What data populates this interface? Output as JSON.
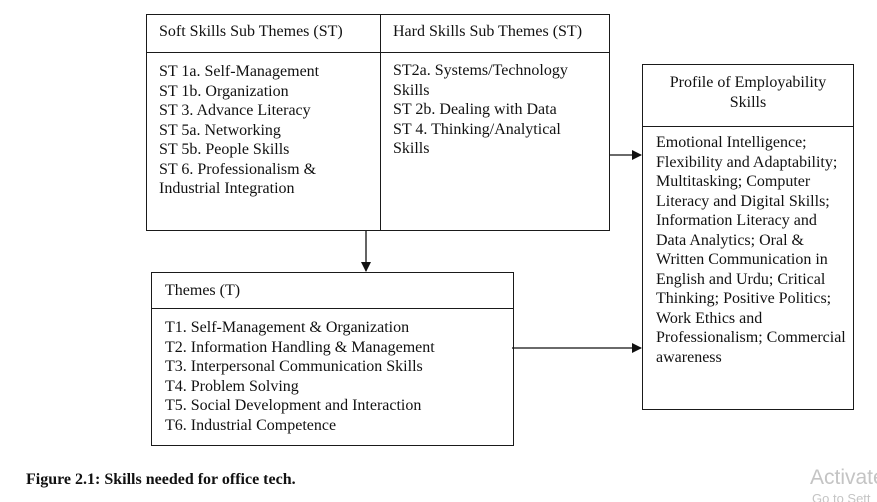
{
  "soft_skills": {
    "heading": "Soft Skills Sub Themes (ST)",
    "items": [
      "ST 1a. Self-Management",
      "ST 1b. Organization",
      "ST 3. Advance Literacy",
      "ST 5a. Networking",
      "ST 5b. People Skills",
      "ST 6. Professionalism &",
      "Industrial Integration"
    ]
  },
  "hard_skills": {
    "heading": "Hard Skills Sub Themes (ST)",
    "items": [
      "ST2a. Systems/Technology",
      "Skills",
      "ST 2b. Dealing with Data",
      "ST 4. Thinking/Analytical",
      "Skills"
    ]
  },
  "themes": {
    "heading": "Themes (T)",
    "items": [
      "T1. Self-Management & Organization",
      "T2. Information Handling & Management",
      "T3. Interpersonal Communication Skills",
      "T4. Problem Solving",
      "T5. Social Development and Interaction",
      "T6. Industrial Competence"
    ]
  },
  "profile": {
    "heading": "Profile of Employability Skills",
    "body": "Emotional Intelligence; Flexibility and Adaptability; Multitasking; Computer Literacy and Digital Skills; Information Literacy and Data Analytics; Oral & Written Communication in English and Urdu; Critical Thinking; Positive Politics; Work Ethics and Professionalism; Commercial awareness"
  },
  "caption": "Figure 2.1: Skills needed for office tech.",
  "watermark": {
    "title": "Activate",
    "subtitle": "Go to Sett"
  }
}
